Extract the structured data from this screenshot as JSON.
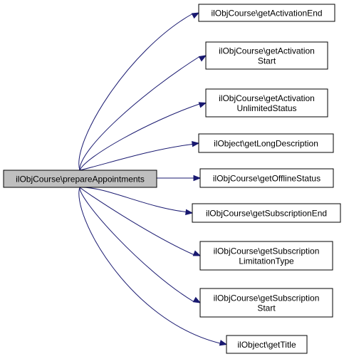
{
  "graph": {
    "root": {
      "label": "ilObjCourse\\prepareAppointments",
      "fill": "#bfbfbf"
    },
    "edge_color": "#191970",
    "node_fill": "#ffffff",
    "targets": [
      {
        "lines": [
          "ilObjCourse\\getActivationEnd"
        ]
      },
      {
        "lines": [
          "ilObjCourse\\getActivation",
          "Start"
        ]
      },
      {
        "lines": [
          "ilObjCourse\\getActivation",
          "UnlimitedStatus"
        ]
      },
      {
        "lines": [
          "ilObject\\getLongDescription"
        ]
      },
      {
        "lines": [
          "ilObjCourse\\getOfflineStatus"
        ]
      },
      {
        "lines": [
          "ilObjCourse\\getSubscriptionEnd"
        ]
      },
      {
        "lines": [
          "ilObjCourse\\getSubscription",
          "LimitationType"
        ]
      },
      {
        "lines": [
          "ilObjCourse\\getSubscription",
          "Start"
        ]
      },
      {
        "lines": [
          "ilObject\\getTitle"
        ]
      }
    ]
  }
}
